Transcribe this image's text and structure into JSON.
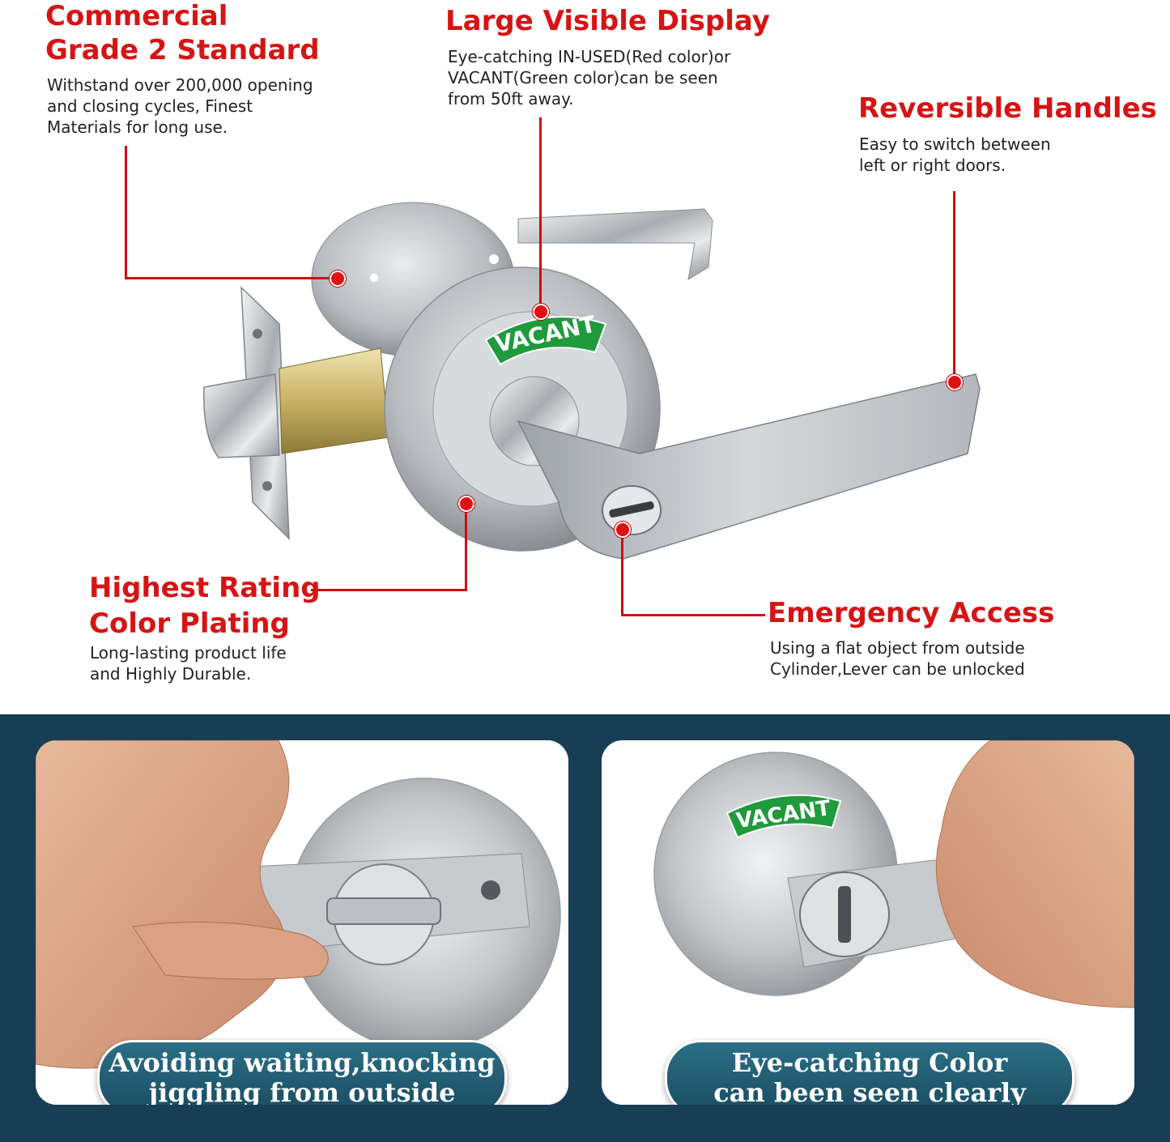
{
  "features": {
    "commercial": {
      "title_line1": "Commercial",
      "title_line2": "Grade 2 Standard",
      "desc_line1": "Withstand over 200,000 opening",
      "desc_line2": "and closing cycles, Finest",
      "desc_line3": "Materials for long use."
    },
    "display": {
      "title": "Large Visible Display",
      "desc_line1": "Eye-catching IN-USED(Red color)or",
      "desc_line2": "VACANT(Green color)can be seen",
      "desc_line3": "from 50ft away."
    },
    "reversible": {
      "title": "Reversible Handles",
      "desc_line1": "Easy to switch between",
      "desc_line2": "left or right doors."
    },
    "plating": {
      "title_line1": "Highest Rating",
      "title_line2": "Color Plating",
      "desc_line1": "Long-lasting product life",
      "desc_line2": "and Highly Durable."
    },
    "emergency": {
      "title": "Emergency Access",
      "desc_line1": "Using a flat object from outside",
      "desc_line2": "Cylinder,Lever can be unlocked"
    }
  },
  "indicator_label": "VACANT",
  "panels": {
    "left": {
      "caption_line1": "Avoiding waiting,knocking",
      "caption_line2": "jiggling from outside"
    },
    "right": {
      "caption_line1": "Eye-catching Color",
      "caption_line2": "can been seen clearly"
    }
  },
  "colors": {
    "accent_red": "#d61414",
    "indicator_green": "#1f9a3c",
    "panel_background": "#173e54",
    "metal": "#bfc3c7"
  }
}
